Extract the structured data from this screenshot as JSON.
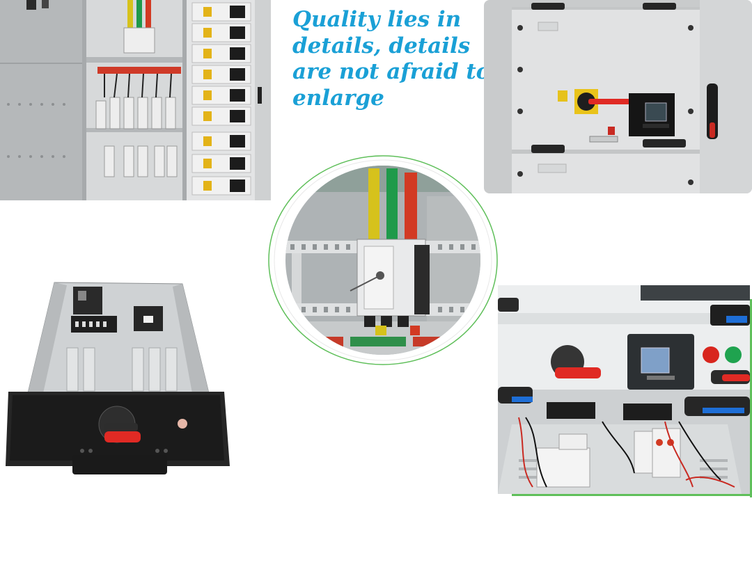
{
  "tagline": {
    "text": "Quality lies in details, details are not afraid to enlarge",
    "color": "#1aa0d6"
  },
  "photos": {
    "cabinet_open": "open switchgear cabinet with drawer modules",
    "panel_door": "closed switchgear panel door with rotary handle and meter",
    "drawer_unit": "withdrawable drawer unit",
    "busbar_circle": "busbar close-up in circular frame",
    "control_compartment": "control compartment with meter and indicator lamps"
  },
  "colors": {
    "accent_green": "#5fbf5a",
    "busbar_yellow": "#d6c21c",
    "busbar_green": "#1f9a4a",
    "busbar_red": "#d23a23",
    "handle_red": "#e02a24"
  }
}
